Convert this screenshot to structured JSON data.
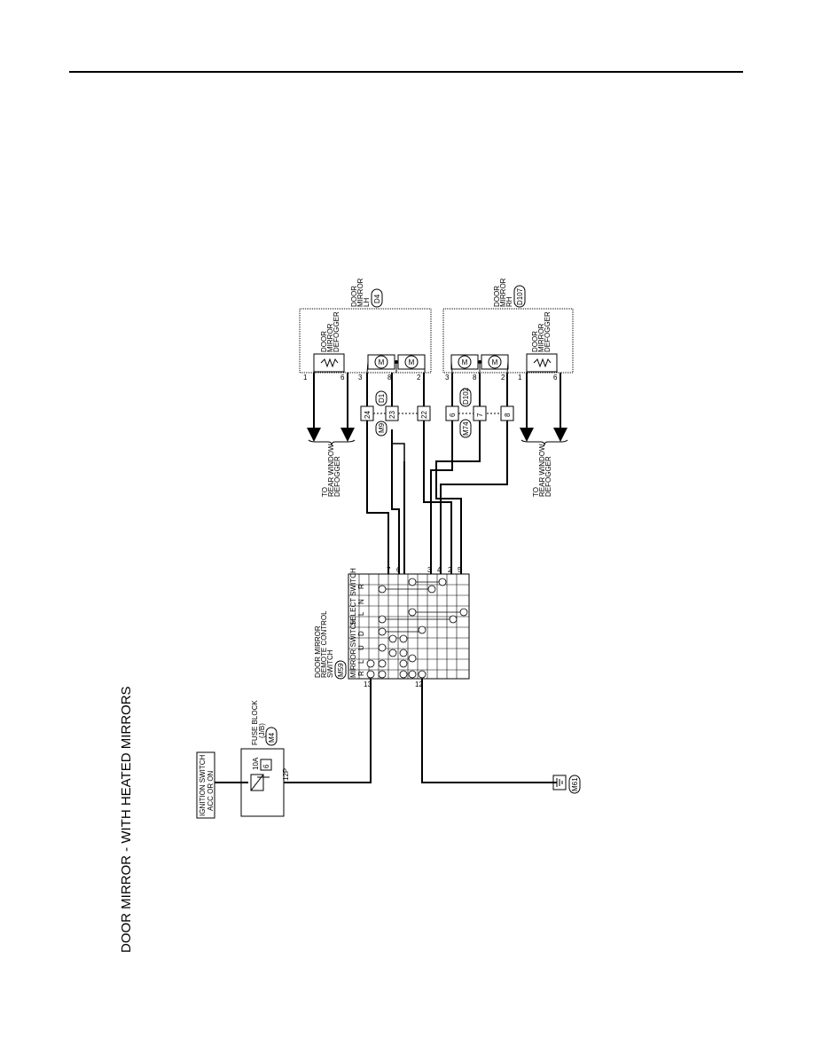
{
  "page": {
    "title": "DOOR MIRROR - WITH HEATED MIRRORS"
  },
  "ignition": {
    "line1": "IGNITION SWITCH",
    "line2": "ACC OR ON"
  },
  "fuse": {
    "line1": "FUSE BLOCK",
    "line2": "(J/B)",
    "connector": "M4",
    "amp": "10A",
    "number": "6",
    "terminal": "12P"
  },
  "remote_switch": {
    "line1": "DOOR MIRROR",
    "line2": "REMOTE CONTROL",
    "line3": "SWITCH",
    "connector": "M59",
    "mirror_header": "MIRROR SWITCH",
    "select_header": "SELECT SWITCH",
    "mirror_labels": [
      "R",
      "L",
      "U",
      "D"
    ],
    "select_labels": [
      "L",
      "N",
      "R"
    ],
    "pins": [
      "7",
      "6",
      "3",
      "4",
      "2",
      "5"
    ],
    "pin13": "13",
    "pin12": "12"
  },
  "ground": {
    "connector": "M61"
  },
  "harness": {
    "lh_upper": "D1",
    "lh_lower": "M9",
    "rh_upper": "D102",
    "rh_lower": "M74",
    "lh_pins": [
      "24",
      "23",
      "22"
    ],
    "rh_pins": [
      "6",
      "7",
      "8"
    ]
  },
  "mirror_lh": {
    "line1": "DOOR",
    "line2": "MIRROR",
    "line3": "LH",
    "connector": "D4",
    "pins": [
      "1",
      "6",
      "3",
      "8",
      "2"
    ],
    "motor": "M"
  },
  "mirror_rh": {
    "line1": "DOOR",
    "line2": "MIRROR",
    "line3": "RH",
    "connector": "D107",
    "pins": [
      "3",
      "8",
      "2",
      "1",
      "6"
    ],
    "motor": "M"
  },
  "defogger": {
    "line1": "DOOR",
    "line2": "MIRROR",
    "line3": "DEFOGGER"
  },
  "rear_window": {
    "line1": "TO",
    "line2": "REAR WINDOW",
    "line3": "DEFOGGER"
  }
}
